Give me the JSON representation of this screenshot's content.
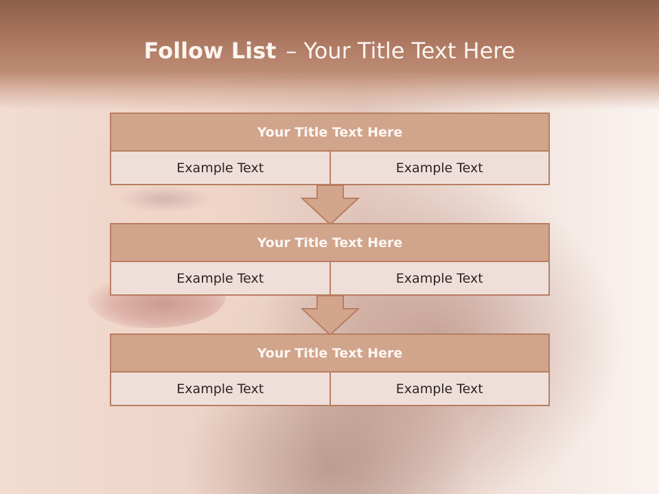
{
  "header": {
    "title_bold": "Follow List",
    "separator": "–",
    "title_rest": "Your Title Text Here"
  },
  "blocks": [
    {
      "title": "Your Title Text Here",
      "left": "Example Text",
      "right": "Example Text"
    },
    {
      "title": "Your Title Text Here",
      "left": "Example Text",
      "right": "Example Text"
    },
    {
      "title": "Your Title Text Here",
      "left": "Example Text",
      "right": "Example Text"
    }
  ],
  "colors": {
    "banner": "#a8735d",
    "title_fill": "#d1a48c",
    "border": "#b87d61",
    "cell_fill": "#efdfda",
    "arrow_fill": "#d4a58d"
  }
}
